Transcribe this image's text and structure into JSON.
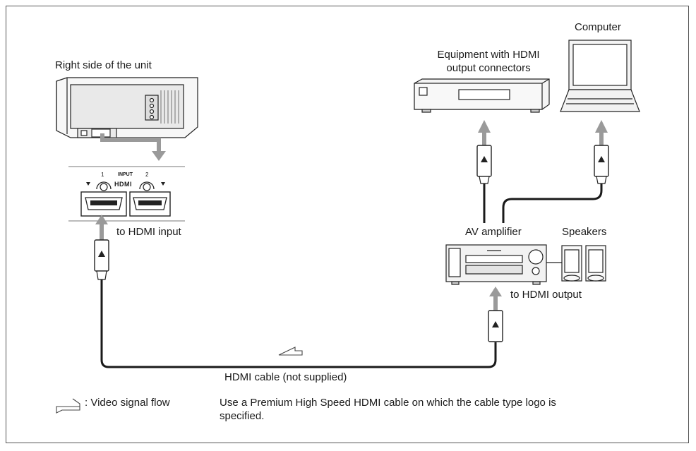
{
  "labels": {
    "projector": "Right side of the unit",
    "equipment_line1": "Equipment with HDMI",
    "equipment_line2": "output connectors",
    "computer": "Computer",
    "av_amplifier": "AV amplifier",
    "speakers": "Speakers",
    "to_hdmi_input": "to HDMI input",
    "to_hdmi_output": "to HDMI output",
    "hdmi_cable": "HDMI cable (not supplied)",
    "panel_input": "INPUT",
    "panel_hdmi": "HDMI",
    "port_1": "1",
    "port_2": "2"
  },
  "legend": {
    "video_signal_flow": ": Video signal flow"
  },
  "note": {
    "line1": "Use a Premium High Speed HDMI cable on which the cable type logo is",
    "line2": "specified."
  },
  "colors": {
    "arrow_gray": "#9a9a9a",
    "line": "#1a1a1a",
    "device_fill": "#f4f4f4"
  }
}
